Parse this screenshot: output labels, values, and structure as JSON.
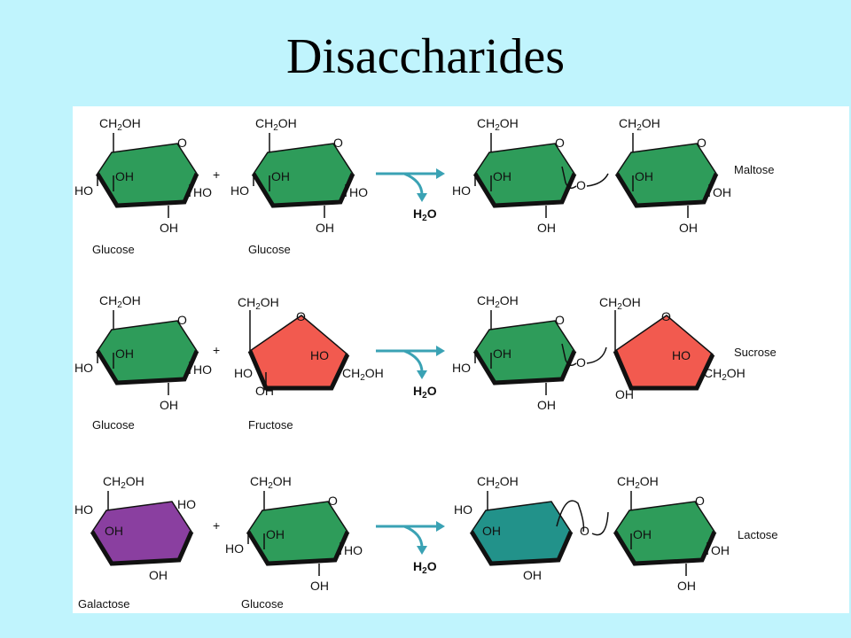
{
  "title": "Disaccharides",
  "colors": {
    "background": "#c0f4fd",
    "glucose": "#2e9c5a",
    "fructose": "#f25a4f",
    "galactose": "#8a3fa0",
    "galactose_product": "#22928a",
    "arrow": "#3aa2b4"
  },
  "labels": {
    "ch2oh_main": "CH",
    "sub2": "2",
    "oh_suffix": "OH",
    "oh": "OH",
    "ho": "HO",
    "ring_o": "O",
    "link_o": "O",
    "plus": "+",
    "water_main": "H",
    "water_o": "O"
  },
  "reactions": [
    {
      "reactant1": "Glucose",
      "reactant2": "Glucose",
      "product": "Maltose"
    },
    {
      "reactant1": "Glucose",
      "reactant2": "Fructose",
      "product": "Sucrose"
    },
    {
      "reactant1": "Galactose",
      "reactant2": "Glucose",
      "product": "Lactose"
    }
  ]
}
